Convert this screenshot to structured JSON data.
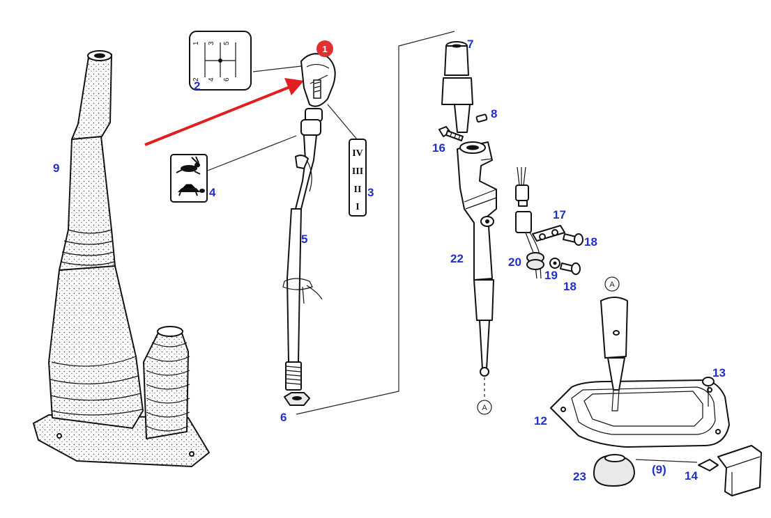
{
  "callouts": {
    "c1": "1",
    "c2": "2",
    "c3": "3",
    "c4": "4",
    "c5": "5",
    "c6": "6",
    "c7": "7",
    "c8": "8",
    "c9": "9",
    "c9b": "(9)",
    "c12": "12",
    "c13": "13",
    "c14": "14",
    "c16": "16",
    "c17": "17",
    "c18a": "18",
    "c18b": "18",
    "c19": "19",
    "c20": "20",
    "c22": "22",
    "c23": "23"
  },
  "marks": {
    "a_top": "A",
    "a_bottom": "A"
  },
  "shift_pattern": [
    "1",
    "3",
    "5",
    "2",
    "4",
    "6"
  ],
  "range_decal": [
    "IV",
    "III",
    "II",
    "I"
  ],
  "colors": {
    "callout": "#1f2fc8",
    "badge": "#e03030",
    "arrow": "#e02020",
    "ink": "#111111"
  },
  "icons": [
    "rabbit-icon",
    "tortoise-icon",
    "highlight-arrow"
  ]
}
